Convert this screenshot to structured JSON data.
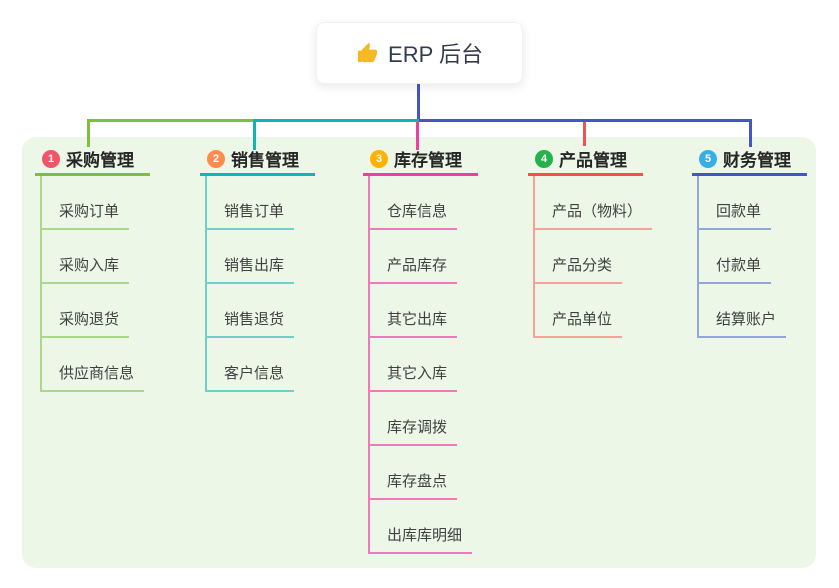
{
  "colors": {
    "canvas_bg": "#ffffff",
    "panel_bg": "#ecf7e7",
    "root_line": "#4456c7",
    "root_text": "#323c4e",
    "heading_text": "#262626",
    "child_text": "#404040",
    "thumbs_up_icon": "#f6b926"
  },
  "root": {
    "label": "ERP 后台",
    "icon": "thumbs-up-icon"
  },
  "branches": [
    {
      "number": "1",
      "title": "采购管理",
      "badge_color": "#f25568",
      "line_color": "#7cc03d",
      "child_line_color": "#abd78b",
      "children": [
        "采购订单",
        "采购入库",
        "采购退货",
        "供应商信息"
      ]
    },
    {
      "number": "2",
      "title": "销售管理",
      "badge_color": "#ff8b50",
      "line_color": "#10b5b1",
      "child_line_color": "#6fcfca",
      "children": [
        "销售订单",
        "销售出库",
        "销售退货",
        "客户信息"
      ]
    },
    {
      "number": "3",
      "title": "库存管理",
      "badge_color": "#ffb300",
      "line_color": "#e8429c",
      "child_line_color": "#ef79ba",
      "children": [
        "仓库信息",
        "产品库存",
        "其它出库",
        "其它入库",
        "库存调拨",
        "库存盘点",
        "出库库明细"
      ]
    },
    {
      "number": "4",
      "title": "产品管理",
      "badge_color": "#25b24a",
      "line_color": "#f0534f",
      "child_line_color": "#f7a19b",
      "children": [
        "产品（物料）",
        "产品分类",
        "产品单位"
      ]
    },
    {
      "number": "5",
      "title": "财务管理",
      "badge_color": "#36aee8",
      "line_color": "#4456c7",
      "child_line_color": "#93a6dc",
      "children": [
        "回款单",
        "付款单",
        "结算账户"
      ]
    }
  ]
}
